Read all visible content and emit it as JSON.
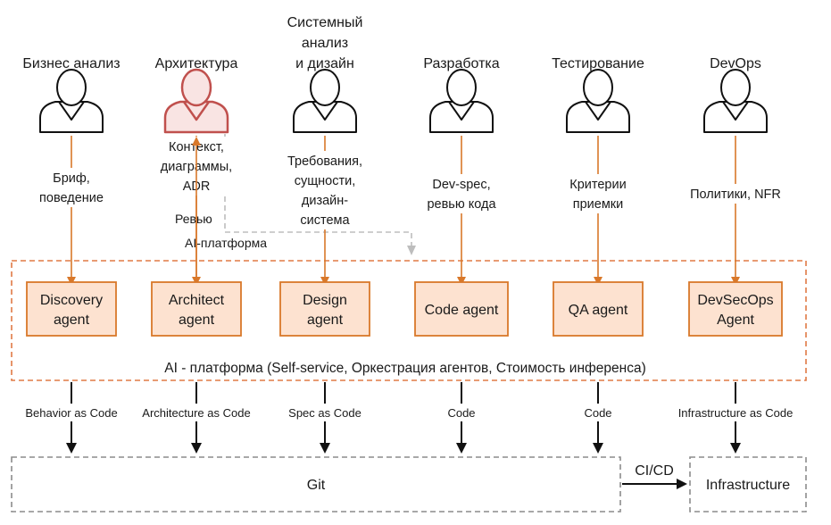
{
  "roles": [
    {
      "label_lines": [
        "Бизнес анализ"
      ],
      "highlight": false
    },
    {
      "label_lines": [
        "Архитектура"
      ],
      "highlight": true
    },
    {
      "label_lines": [
        "Системный",
        "анализ",
        "и дизайн"
      ],
      "highlight": false
    },
    {
      "label_lines": [
        "Разработка"
      ],
      "highlight": false
    },
    {
      "label_lines": [
        "Тестирование"
      ],
      "highlight": false
    },
    {
      "label_lines": [
        "DevOps"
      ],
      "highlight": false
    }
  ],
  "inputs": [
    [
      "Бриф,",
      "поведение"
    ],
    [
      "Контекст,",
      "диаграммы,",
      "ADR"
    ],
    [
      "Требования,",
      "сущности,",
      "дизайн-",
      "система"
    ],
    [
      "Dev-spec,",
      "ревью кода"
    ],
    [
      "Критерии",
      "приемки"
    ],
    [
      "Политики, NFR"
    ]
  ],
  "review_label": "Ревью",
  "platform_mini_label": "AI-платформа",
  "agents": [
    [
      "Discovery",
      "agent"
    ],
    [
      "Architect",
      "agent"
    ],
    [
      "Design",
      "agent"
    ],
    [
      "Code agent"
    ],
    [
      "QA agent"
    ],
    [
      "DevSecOps",
      "Agent"
    ]
  ],
  "platform_label": "AI - платформа (Self-service, Оркестрация агентов, Стоимость инференса)",
  "outputs": [
    "Behavior as Code",
    "Architecture as Code",
    "Spec as Code",
    "Code",
    "Code",
    "Infrastructure as Code"
  ],
  "git_label": "Git",
  "cicd_label": "CI/CD",
  "infra_label": "Infrastructure",
  "colors": {
    "orange": "#d9782a",
    "orange_dash": "#e07a45",
    "agent_fill": "#fde2d0",
    "agent_stroke": "#d9782a",
    "highlight": "#c0504d",
    "highlight_fill": "#f9e4e3",
    "gray_dash": "#8c8c8c",
    "light_dash": "#bdbdbd",
    "black": "#111111"
  }
}
